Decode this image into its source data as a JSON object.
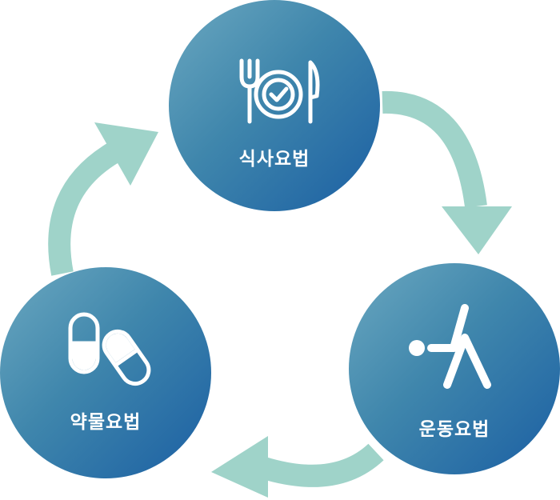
{
  "diagram": {
    "type": "cycle",
    "nodes": [
      {
        "id": "diet",
        "label": "식사요법",
        "icon": "plate-fork-knife-check-icon"
      },
      {
        "id": "exercise",
        "label": "운동요법",
        "icon": "stretching-person-icon"
      },
      {
        "id": "medication",
        "label": "약물요법",
        "icon": "pills-capsules-icon"
      }
    ],
    "cycle_order": [
      "diet",
      "exercise",
      "medication"
    ],
    "colors": {
      "node_gradient_start": "#6ba8c0",
      "node_gradient_end": "#1b5fa3",
      "arrow": "#9fd3c9",
      "label": "#ffffff",
      "background": "#ffffff"
    }
  }
}
